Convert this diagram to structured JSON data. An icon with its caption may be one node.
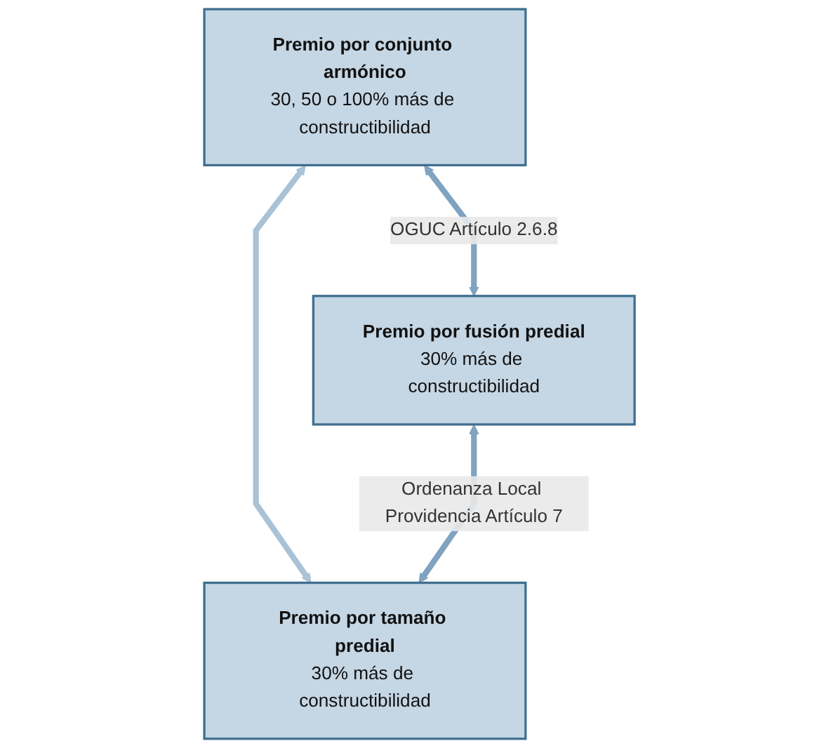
{
  "diagram": {
    "nodes": [
      {
        "text": [
          "Premio por conjunto armónico",
          "30, 50 o 100% más de constructibilidad"
        ]
      },
      {
        "text": [
          "Premio por fusión predial",
          "30% más de constructibilidad"
        ]
      },
      {
        "text": [
          "Premio por tamaño predial",
          "30% más de constructibilidad"
        ]
      }
    ],
    "edges": [
      {
        "from": 0,
        "to": 1,
        "arrow": "both",
        "label": "OGUC Artículo 2.6.8"
      },
      {
        "from": 0,
        "to": 2,
        "arrow": "both",
        "color": "#a9c2d6"
      },
      {
        "from": 1,
        "to": 2,
        "arrow": "both",
        "label": "Ordenanza Local Providencia Artículo 7"
      }
    ]
  }
}
